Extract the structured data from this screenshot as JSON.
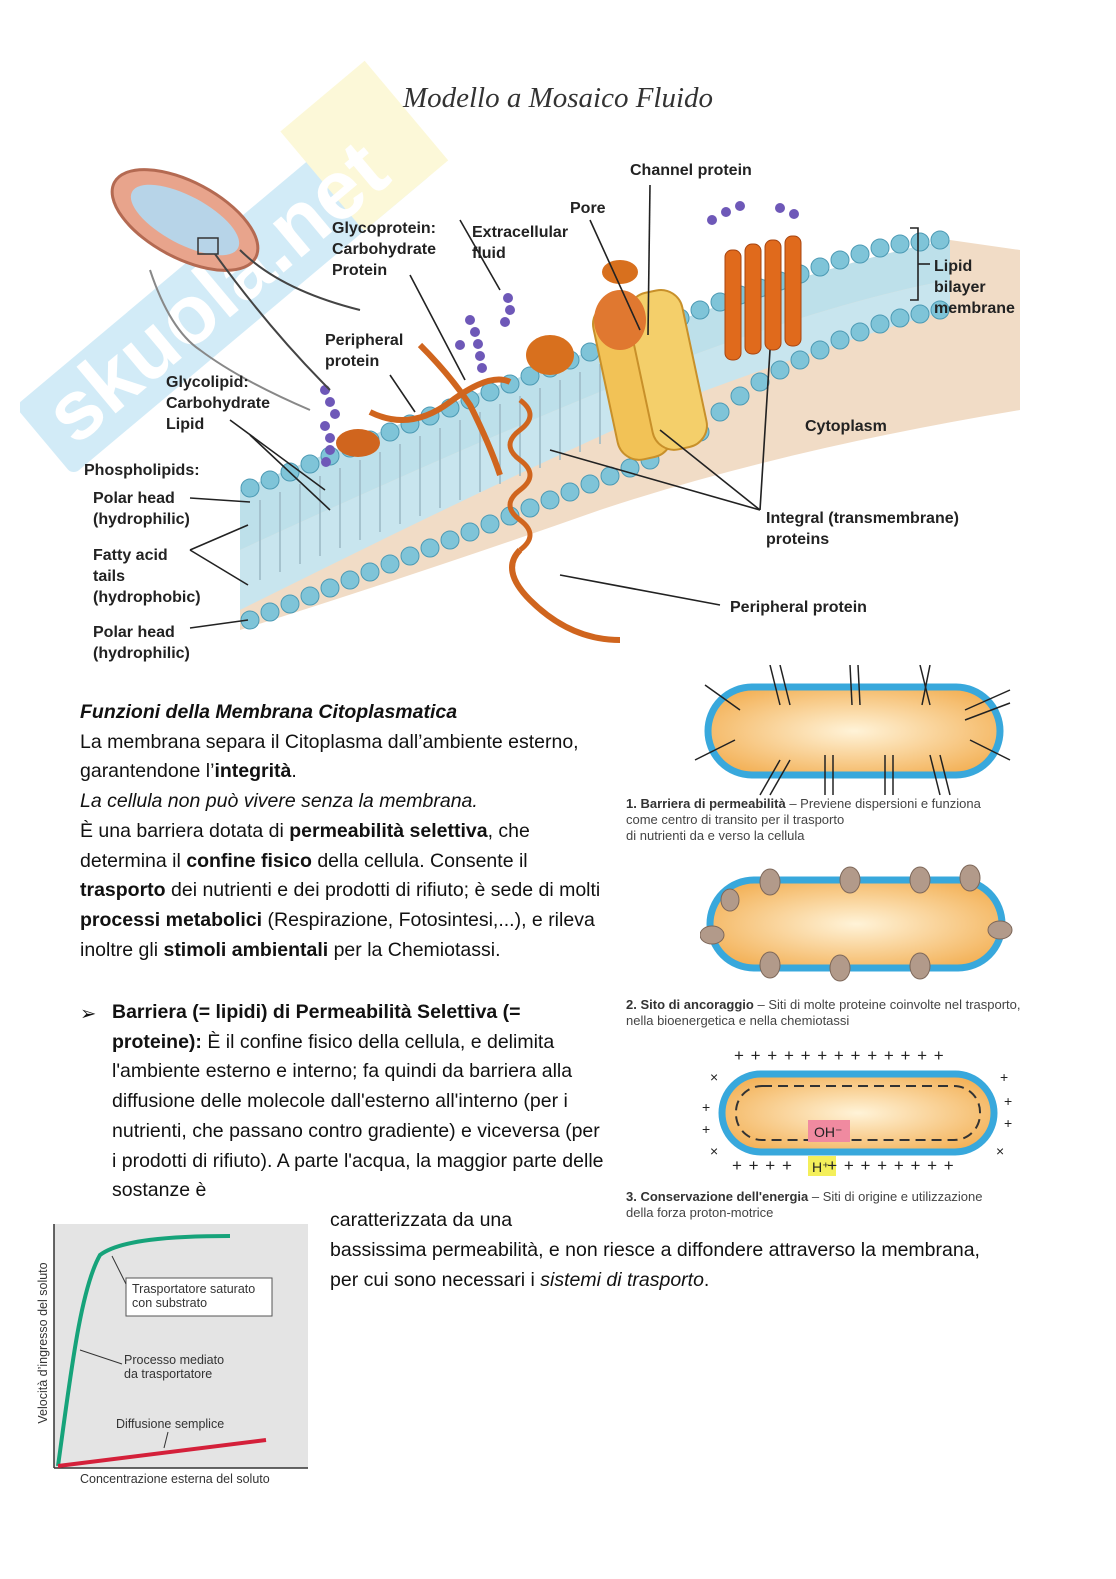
{
  "figure": {
    "title": "Modello a Mosaico Fluido",
    "watermark": "skuola.net",
    "labels": {
      "channel_protein": "Channel protein",
      "pore": "Pore",
      "glycoprotein": "Glycoprotein:\nCarbohydrate\nProtein",
      "extracellular_fluid": "Extracellular\nfluid",
      "lipid_bilayer": "Lipid\nbilayer\nmembrane",
      "peripheral_protein_top": "Peripheral\nprotein",
      "glycolipid": "Glycolipid:\nCarbohydrate\nLipid",
      "cytoplasm": "Cytoplasm",
      "phospholipids": "Phospholipids:",
      "polar_head_top": "Polar head\n(hydrophilic)",
      "fatty_acid_tails": "Fatty acid\ntails\n(hydrophobic)",
      "polar_head_bottom": "Polar head\n(hydrophilic)",
      "integral_proteins": "Integral (transmembrane)\nproteins",
      "peripheral_protein_bottom": "Peripheral protein"
    }
  },
  "section": {
    "heading": "Funzioni della Membrana Citoplasmatica",
    "p1_a": "La membrana separa il Citoplasma dall’ambiente esterno, garantendone l’",
    "p1_b": "integrità",
    "p1_c": ".",
    "p2": "La cellula non può vivere senza la membrana.",
    "p3_a": "È una barriera dotata di ",
    "p3_b": "permeabilità selettiva",
    "p3_c": ", che determina il ",
    "p3_d": "confine fisico",
    "p3_e": " della cellula. Consente il ",
    "p3_f": "trasporto",
    "p3_g": " dei nutrienti e dei prodotti di rifiuto; è sede di molti ",
    "p3_h": "processi metabolici",
    "p3_i": " (Respirazione, Fotosintesi,...), e rileva inoltre gli ",
    "p3_j": "stimoli ambientali",
    "p3_k": " per la Chemiotassi.",
    "bullet_marker": "➢",
    "bullet_bold": "Barriera (= lipidi) di Permeabilità Selettiva (= proteine):",
    "bullet_text": " È il confine fisico della cellula, e delimita l'ambiente esterno e interno; fa quindi da barriera alla diffusione delle molecole dall'esterno all'interno (per i nutrienti, che passano contro gradiente) e viceversa (per i prodotti di rifiuto). A parte l'acqua, la maggior parte delle sostanze è",
    "cont_a": "caratterizzata da una",
    "cont_b": "bassissima permeabilità, e non riesce a diffondere attraverso la membrana, per cui sono necessari i ",
    "cont_c": "sistemi di trasporto",
    "cont_d": "."
  },
  "cells": {
    "c1_title": "1. Barriera di permeabilità",
    "c1_desc": "– Previene dispersioni e funziona\ncome centro di transito per il trasporto\ndi nutrienti da e verso la cellula",
    "c2_title": "2. Sito di ancoraggio",
    "c2_desc": "– Siti di molte proteine coinvolte nel trasporto,\nnella bioenergetica e nella chemiotassi",
    "c3_title": "3. Conservazione dell'energia",
    "c3_desc": "– Siti di origine e utilizzazione\ndella forza proton-motrice",
    "oh_label": "OH⁻",
    "h_label": "H⁺",
    "plus_row": "+ + + + + + + + + + + + +",
    "plus_row_b": "+ + + +      + + + + + + + +"
  },
  "graph": {
    "ylabel": "Velocità d’ingresso del soluto",
    "xlabel": "Concentrazione esterna del soluto",
    "box_label": "Trasportatore saturato\ncon substrato",
    "mediated": "Processo mediato\nda trasportatore",
    "diffusion": "Diffusione semplice"
  }
}
